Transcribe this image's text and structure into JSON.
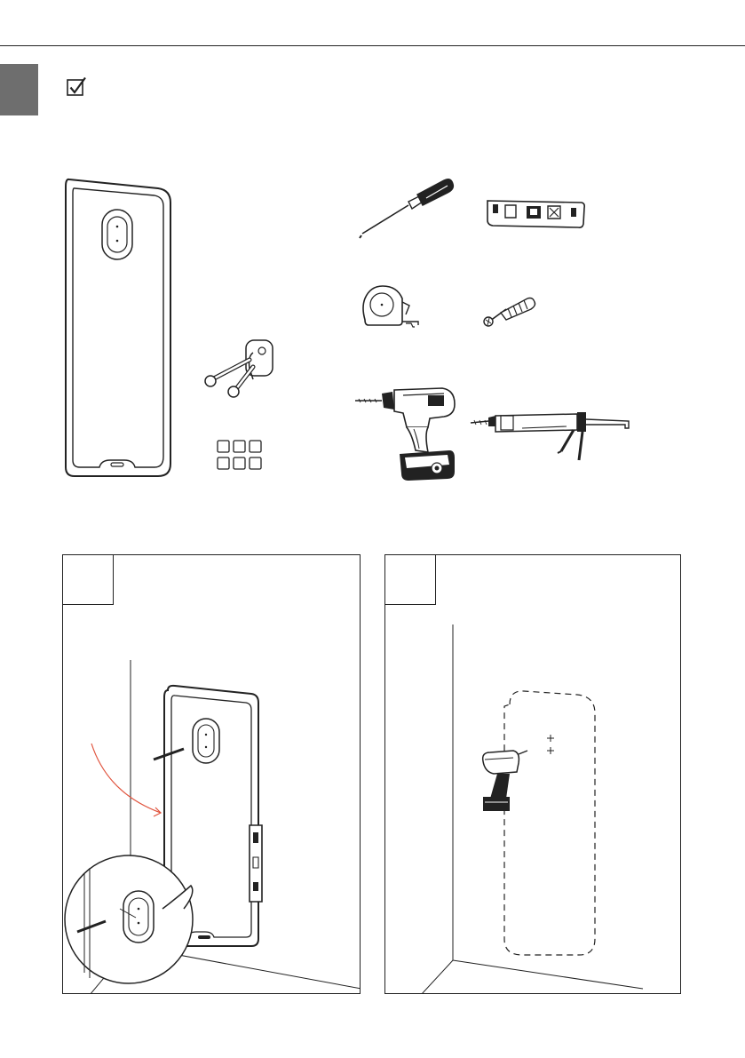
{
  "page": {
    "side_tab_color": "#6e6e6e",
    "line_color": "#222222",
    "accent_arrow_color": "#e0533d"
  },
  "icons": {
    "checklist": "checked-box-icon"
  },
  "parts": [
    {
      "name": "mirror-panel"
    },
    {
      "name": "double-towel-hook"
    },
    {
      "name": "adhesive-pads-x6"
    }
  ],
  "tools": [
    {
      "name": "screwdriver"
    },
    {
      "name": "spirit-level"
    },
    {
      "name": "tape-measure"
    },
    {
      "name": "wall-plug-and-screw"
    },
    {
      "name": "cordless-drill"
    },
    {
      "name": "caulking-gun"
    }
  ],
  "steps": [
    {
      "number": "",
      "illustration": "position-panel-on-wall-with-level-and-mark"
    },
    {
      "number": "",
      "illustration": "drill-holes-at-marked-points"
    }
  ]
}
